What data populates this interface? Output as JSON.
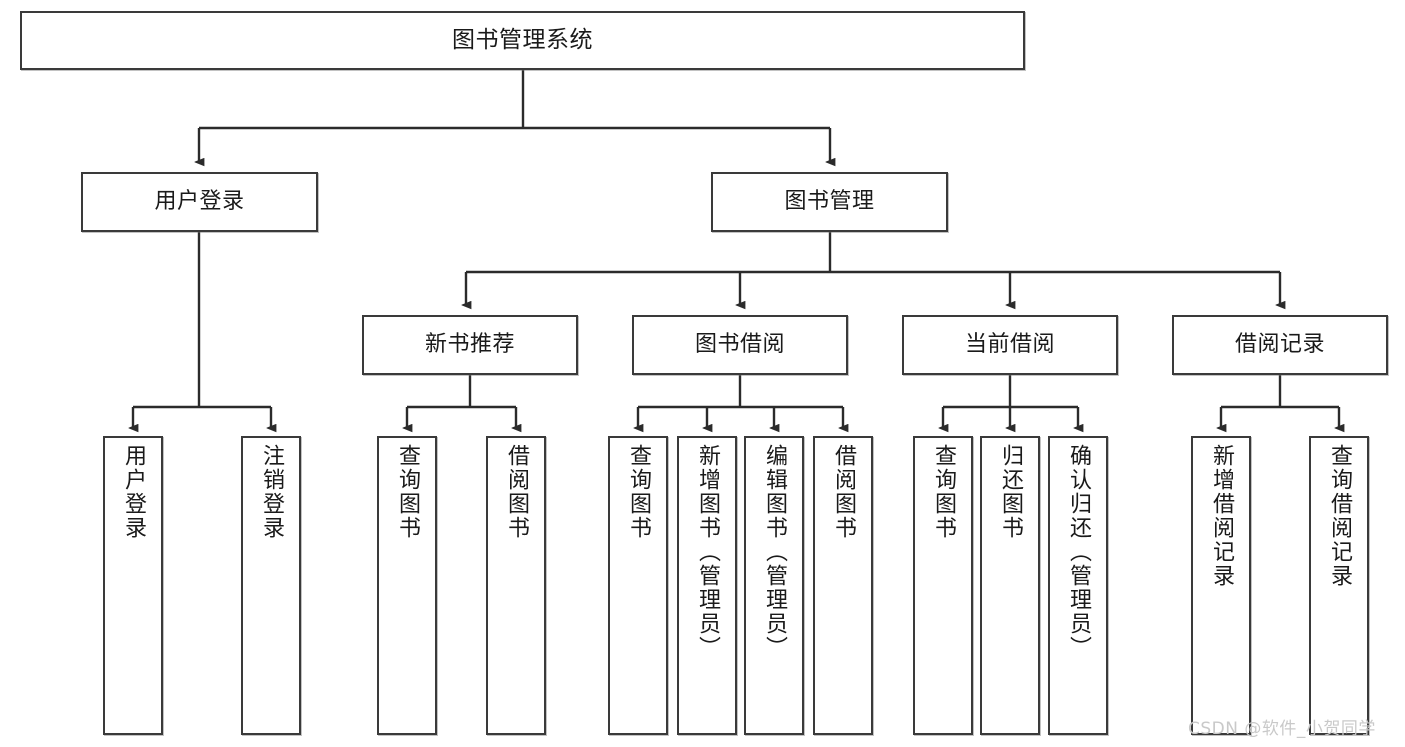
{
  "diagram": {
    "title": "图书管理系统",
    "type": "tree-hierarchy-chart",
    "watermark": "CSDN @软件_小贺同学",
    "colors": {
      "box_border": "#3a3a3a",
      "box_fill": "#ffffff",
      "connector": "#2b2b2b",
      "text": "#1a1a1a",
      "watermark": "#c9c9c9"
    },
    "level2": [
      {
        "label": "用户登录"
      },
      {
        "label": "图书管理"
      }
    ],
    "level3": [
      {
        "label": "新书推荐"
      },
      {
        "label": "图书借阅"
      },
      {
        "label": "当前借阅"
      },
      {
        "label": "借阅记录"
      }
    ],
    "leaves": {
      "user_login": [
        {
          "label": "用户登录"
        },
        {
          "label": "注销登录"
        }
      ],
      "new_book_recommend": [
        {
          "label": "查询图书"
        },
        {
          "label": "借阅图书"
        }
      ],
      "book_borrow": [
        {
          "label": "查询图书"
        },
        {
          "label": "新增图书（管理员）"
        },
        {
          "label": "编辑图书（管理员）"
        },
        {
          "label": "借阅图书"
        }
      ],
      "current_borrow": [
        {
          "label": "查询图书"
        },
        {
          "label": "归还图书"
        },
        {
          "label": "确认归还（管理员）"
        }
      ],
      "borrow_record": [
        {
          "label": "新增借阅记录"
        },
        {
          "label": "查询借阅记录"
        }
      ]
    }
  }
}
